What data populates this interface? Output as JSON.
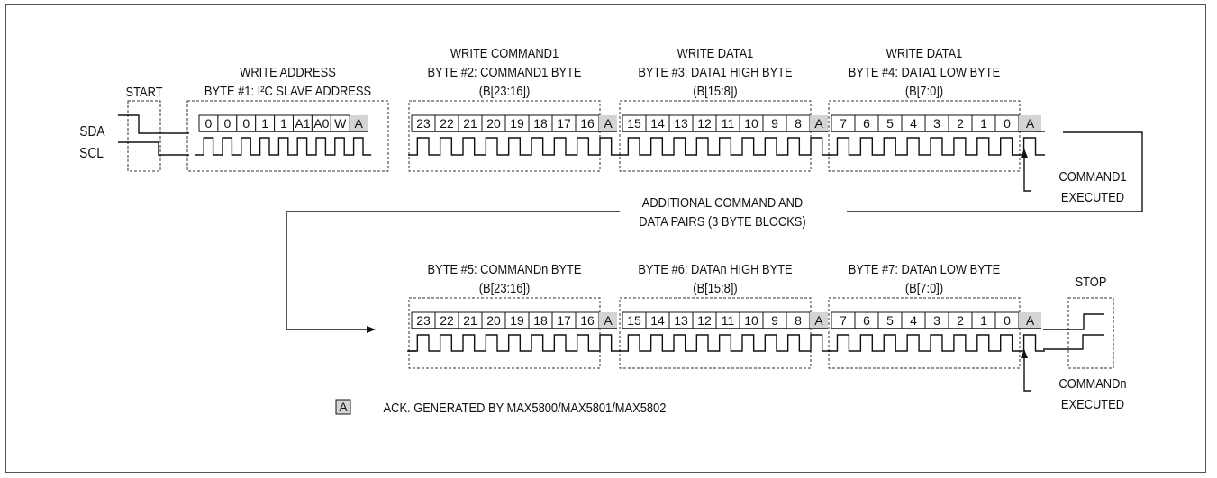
{
  "signals": {
    "sda": "SDA",
    "scl": "SCL"
  },
  "conditions": {
    "start": "START",
    "stop": "STOP"
  },
  "ack_label": "A",
  "row1": {
    "bytes": [
      {
        "title": [
          "WRITE ADDRESS",
          "BYTE #1: I²C SLAVE ADDRESS"
        ],
        "bits": [
          "0",
          "0",
          "0",
          "1",
          "1",
          "A1",
          "A0",
          "W"
        ]
      },
      {
        "title": [
          "WRITE COMMAND1",
          "BYTE #2: COMMAND1 BYTE",
          "(B[23:16])"
        ],
        "bits": [
          "23",
          "22",
          "21",
          "20",
          "19",
          "18",
          "17",
          "16"
        ]
      },
      {
        "title": [
          "WRITE DATA1",
          "BYTE #3: DATA1 HIGH BYTE",
          "(B[15:8])"
        ],
        "bits": [
          "15",
          "14",
          "13",
          "12",
          "11",
          "10",
          "9",
          "8"
        ]
      },
      {
        "title": [
          "WRITE DATA1",
          "BYTE #4: DATA1 LOW BYTE",
          "(B[7:0])"
        ],
        "bits": [
          "7",
          "6",
          "5",
          "4",
          "3",
          "2",
          "1",
          "0"
        ]
      }
    ],
    "executed": [
      "COMMAND1",
      "EXECUTED"
    ]
  },
  "continuation": [
    "ADDITIONAL COMMAND AND",
    "DATA PAIRS (3 BYTE BLOCKS)"
  ],
  "row2": {
    "bytes": [
      {
        "title": [
          "BYTE #5: COMMANDn BYTE",
          "(B[23:16])"
        ],
        "bits": [
          "23",
          "22",
          "21",
          "20",
          "19",
          "18",
          "17",
          "16"
        ]
      },
      {
        "title": [
          "BYTE #6: DATAn HIGH BYTE",
          "(B[15:8])"
        ],
        "bits": [
          "15",
          "14",
          "13",
          "12",
          "11",
          "10",
          "9",
          "8"
        ]
      },
      {
        "title": [
          "BYTE #7: DATAn LOW BYTE",
          "(B[7:0])"
        ],
        "bits": [
          "7",
          "6",
          "5",
          "4",
          "3",
          "2",
          "1",
          "0"
        ]
      }
    ],
    "executed": [
      "COMMANDn",
      "EXECUTED"
    ]
  },
  "legend": {
    "symbol": "A",
    "text": "ACK. GENERATED BY MAX5800/MAX5801/MAX5802"
  },
  "colors": {
    "line": "#111111",
    "ack_fill": "#d4d4d4",
    "dash": "#333333"
  }
}
